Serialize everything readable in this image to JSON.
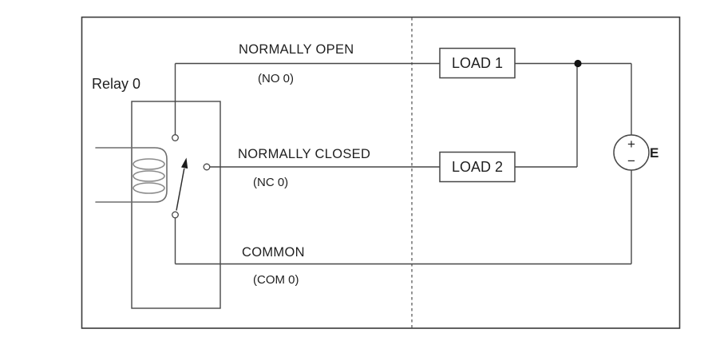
{
  "figure": {
    "relay": {
      "label": "Relay 0"
    },
    "terminals": {
      "normally_open": {
        "label": "NORMALLY OPEN",
        "code": "(NO 0)"
      },
      "normally_closed": {
        "label": "NORMALLY CLOSED",
        "code": "(NC 0)"
      },
      "common": {
        "label": "COMMON",
        "code": "(COM 0)"
      }
    },
    "loads": [
      {
        "label": "LOAD 1"
      },
      {
        "label": "LOAD 2"
      }
    ],
    "source": {
      "label": "E",
      "plus_sign": "+",
      "minus_sign": "−"
    },
    "colors": {
      "wire": "#474747",
      "coil": "#8a8a8a",
      "text": "#1f1f1f",
      "divider": "#666666",
      "background": "#ffffff"
    }
  }
}
